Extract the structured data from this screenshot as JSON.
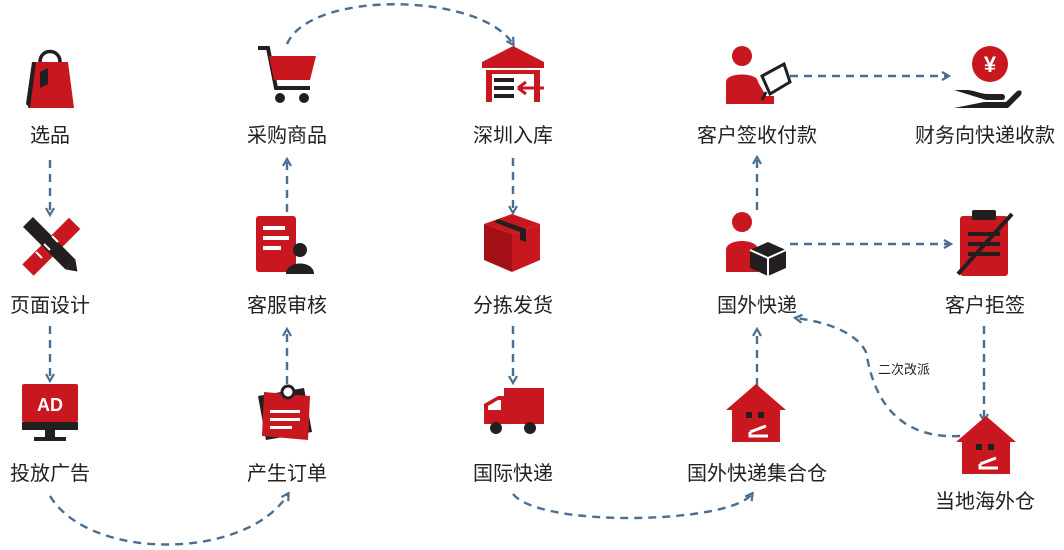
{
  "colors": {
    "accent": "#c8171e",
    "dark": "#231f20",
    "edge": "#4a6e92",
    "text": "#222222"
  },
  "nodes": [
    {
      "id": "select",
      "label": "选品",
      "icon": "shopping-bag-icon"
    },
    {
      "id": "design",
      "label": "页面设计",
      "icon": "ruler-pencil-icon"
    },
    {
      "id": "ads",
      "label": "投放广告",
      "icon": "ad-monitor-icon",
      "icon_text": "AD"
    },
    {
      "id": "purchase",
      "label": "采购商品",
      "icon": "shopping-cart-icon"
    },
    {
      "id": "review",
      "label": "客服审核",
      "icon": "document-person-icon"
    },
    {
      "id": "order",
      "label": "产生订单",
      "icon": "pinned-note-icon"
    },
    {
      "id": "warehouse",
      "label": "深圳入库",
      "icon": "warehouse-inbound-icon"
    },
    {
      "id": "sort",
      "label": "分拣发货",
      "icon": "package-box-icon"
    },
    {
      "id": "intl",
      "label": "国际快递",
      "icon": "delivery-truck-icon"
    },
    {
      "id": "sign",
      "label": "客户签收付款",
      "icon": "person-signing-icon"
    },
    {
      "id": "abroad",
      "label": "国外快递",
      "icon": "courier-box-icon"
    },
    {
      "id": "hub",
      "label": "国外快递集合仓",
      "icon": "warehouse-house-icon"
    },
    {
      "id": "finance",
      "label": "财务向快递收款",
      "icon": "hand-yen-icon",
      "icon_text": "¥"
    },
    {
      "id": "refuse",
      "label": "客户拒签",
      "icon": "crossed-clipboard-icon"
    },
    {
      "id": "local",
      "label": "当地海外仓",
      "icon": "warehouse-house-icon"
    }
  ],
  "edges": [
    {
      "from": "select",
      "to": "design"
    },
    {
      "from": "design",
      "to": "ads"
    },
    {
      "from": "ads",
      "to": "order"
    },
    {
      "from": "order",
      "to": "review"
    },
    {
      "from": "review",
      "to": "purchase"
    },
    {
      "from": "purchase",
      "to": "warehouse"
    },
    {
      "from": "warehouse",
      "to": "sort"
    },
    {
      "from": "sort",
      "to": "intl"
    },
    {
      "from": "intl",
      "to": "hub"
    },
    {
      "from": "hub",
      "to": "abroad"
    },
    {
      "from": "abroad",
      "to": "sign"
    },
    {
      "from": "sign",
      "to": "finance"
    },
    {
      "from": "abroad",
      "to": "refuse"
    },
    {
      "from": "refuse",
      "to": "local"
    },
    {
      "from": "local",
      "to": "abroad",
      "label": "二次改派"
    }
  ]
}
